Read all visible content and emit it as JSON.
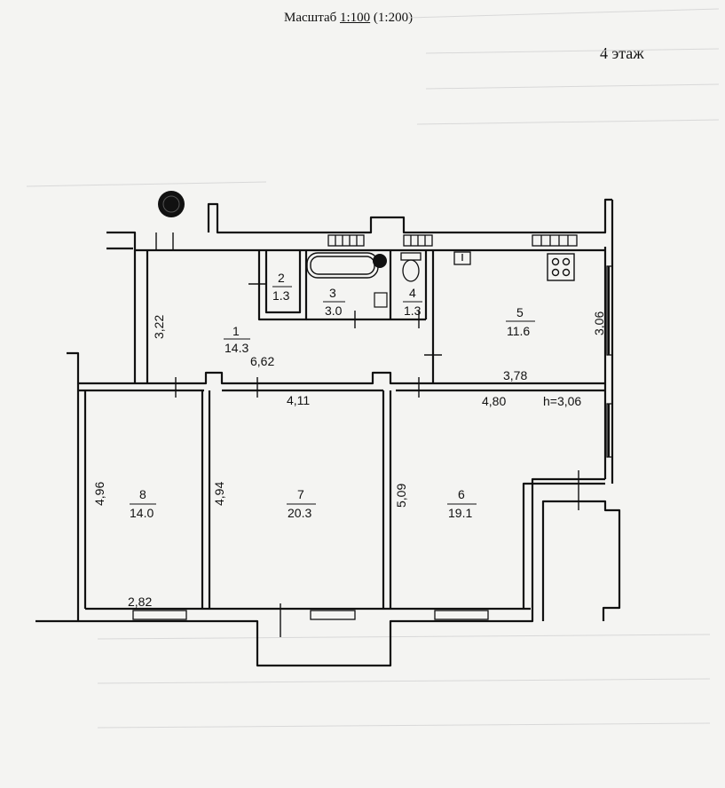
{
  "header": {
    "scale_prefix": "Масштаб",
    "scale_value": "1:100",
    "scale_alt": "(1:200)",
    "floor_label": "4 этаж"
  },
  "rooms": [
    {
      "number": "1",
      "area": "14.3"
    },
    {
      "number": "2",
      "area": "1.3"
    },
    {
      "number": "3",
      "area": "3.0"
    },
    {
      "number": "4",
      "area": "1.3"
    },
    {
      "number": "5",
      "area": "11.6"
    },
    {
      "number": "6",
      "area": "19.1"
    },
    {
      "number": "7",
      "area": "20.3"
    },
    {
      "number": "8",
      "area": "14.0"
    }
  ],
  "dimensions": {
    "d322": "3,22",
    "d662": "6,62",
    "d411": "4,11",
    "d378": "3,78",
    "d480": "4,80",
    "height": "h=3,06",
    "d306": "3,06",
    "d496": "4,96",
    "d494": "4,94",
    "d509": "5,09",
    "d282": "2,82"
  }
}
